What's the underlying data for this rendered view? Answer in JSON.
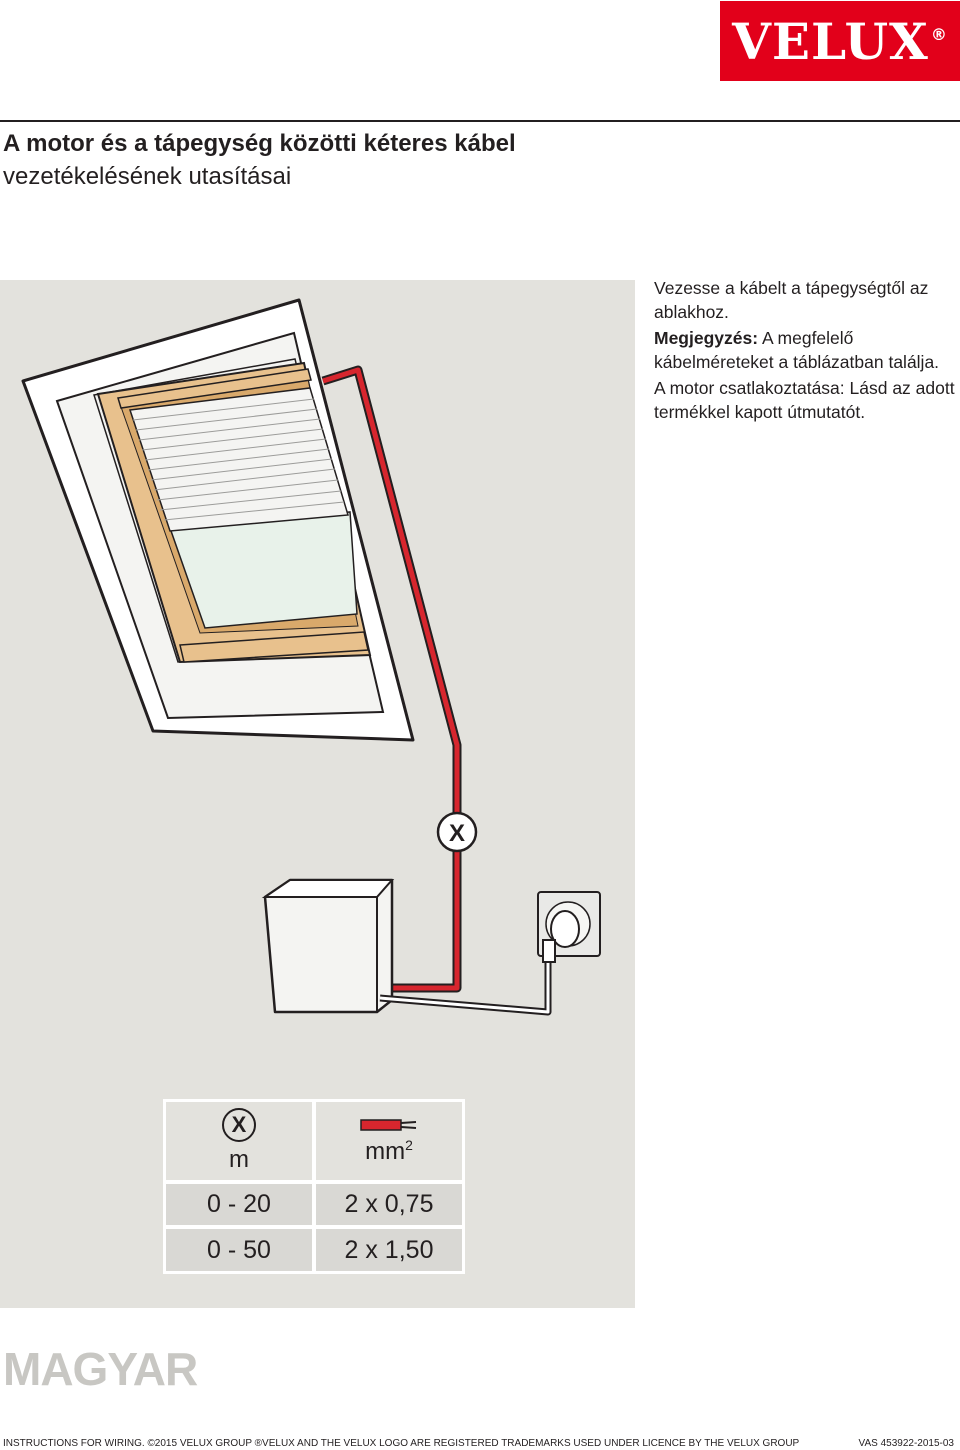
{
  "logo": {
    "text": "VELUX",
    "reg": "®",
    "color": "#e2001a"
  },
  "title": {
    "line1": "A motor és a tápegység közötti kéteres kábel",
    "line2": "vezetékelésének utasításai"
  },
  "instructions": {
    "p1": "Vezesse a kábelt a tápegységtől az ablakhoz.",
    "note_label": "Megjegyzés:",
    "note_text": " A megfelelő kábelméreteket a táblázatban találja.",
    "p3": "A motor csatlakoztatása: Lásd az adott termékkel kapott útmutatót."
  },
  "illustration": {
    "cable_marker": "X",
    "cable_color": "#d7262e"
  },
  "table": {
    "header_col1_symbol": "X",
    "header_col1_unit": "m",
    "header_col2_unit": "mm",
    "header_col2_sup": "2",
    "rows": [
      {
        "length": "0 - 20",
        "section": "2 x 0,75"
      },
      {
        "length": "0 - 50",
        "section": "2 x 1,50"
      }
    ]
  },
  "language": "MAGYAR",
  "footer": {
    "left": "INSTRUCTIONS FOR WIRING. ©2015 VELUX GROUP ®VELUX AND THE VELUX LOGO ARE REGISTERED TRADEMARKS USED UNDER LICENCE BY THE VELUX GROUP",
    "right": "VAS 453922-2015-03"
  }
}
